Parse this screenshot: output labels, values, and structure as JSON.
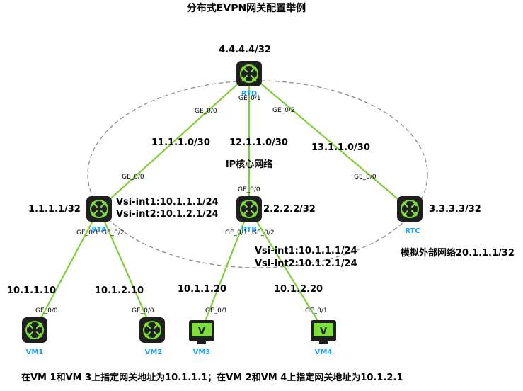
{
  "title": "分布式EVPN网关配置举例",
  "core_label": "IP核心网络",
  "footer": "在VM 1和VM 3上指定网关地址为10.1.1.1；在VM 2和VM 4上指定网关地址为10.1.2.1",
  "colors": {
    "link": "#7fcf3a",
    "node_label": "#1aa0ff",
    "router_fill": "#1f1f1f",
    "router_icon": "#7fdf3a"
  },
  "nodes": {
    "rtd": {
      "label": "RTD",
      "icon": "router-icon",
      "address": "4.4.4.4/32"
    },
    "rta": {
      "label": "RTA",
      "icon": "router-icon",
      "address": "1.1.1.1/32",
      "vsi1": "Vsi-int1:10.1.1.1/24",
      "vsi2": "Vsi-int2:10.1.2.1/24"
    },
    "rtb": {
      "label": "RTB",
      "icon": "router-icon",
      "address": "2.2.2.2/32",
      "vsi1": "Vsi-int1:10.1.1.1/24",
      "vsi2": "Vsi-int2:10.1.2.1/24"
    },
    "rtc": {
      "label": "RTC",
      "icon": "router-icon",
      "address": "3.3.3.3/32",
      "external": "模拟外部网络20.1.1.1/32"
    },
    "vm1": {
      "label": "VM1",
      "icon": "router-icon",
      "address": "10.1.1.10"
    },
    "vm2": {
      "label": "VM2",
      "icon": "router-icon",
      "address": "10.1.2.10"
    },
    "vm3": {
      "label": "VM3",
      "icon": "monitor-icon",
      "address": "10.1.1.20"
    },
    "vm4": {
      "label": "VM4",
      "icon": "monitor-icon",
      "address": "10.1.2.20"
    }
  },
  "links": {
    "rtd_rta": {
      "subnet": "11.1.1.0/30",
      "port_a": "GE_0/0",
      "port_b": "GE_0/0"
    },
    "rtd_rtb": {
      "subnet": "12.1.1.0/30",
      "port_a": "GE_0/1",
      "port_b": "GE_0/0"
    },
    "rtd_rtc": {
      "subnet": "13.1.1.0/30",
      "port_a": "GE_0/2",
      "port_b": "GE_0/0"
    },
    "rta_vm1": {
      "port_a": "GE_0/1",
      "port_b": "GE_0/0"
    },
    "rta_vm2": {
      "port_a": "GE_0/2",
      "port_b": "GE_0/0"
    },
    "rtb_vm3": {
      "port_a": "GE_0/1",
      "port_b": "GE_0/1"
    },
    "rtb_vm4": {
      "port_a": "GE_0/2",
      "port_b": "GE_0/1"
    }
  }
}
